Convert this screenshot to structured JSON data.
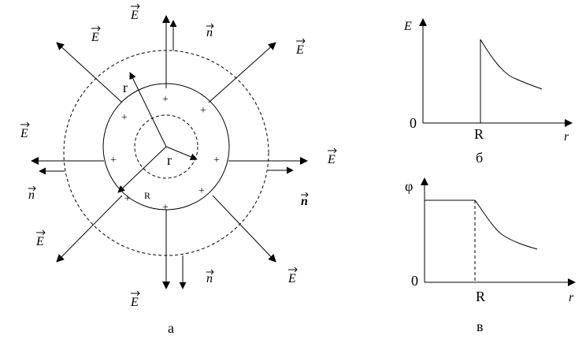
{
  "figure_a": {
    "caption": "а",
    "field_symbol": "E",
    "normal_symbol": "n",
    "inner_radius_label": "r",
    "outer_radius_label": "r",
    "sphere_radius_label": "R",
    "charge_sign": "+"
  },
  "graph_b": {
    "caption": "б",
    "y_label": "E",
    "x_label": "r",
    "origin_label": "0",
    "mark_label": "R"
  },
  "graph_v": {
    "caption": "в",
    "y_label": "φ",
    "x_label": "r",
    "origin_label": "0",
    "mark_label": "R"
  }
}
